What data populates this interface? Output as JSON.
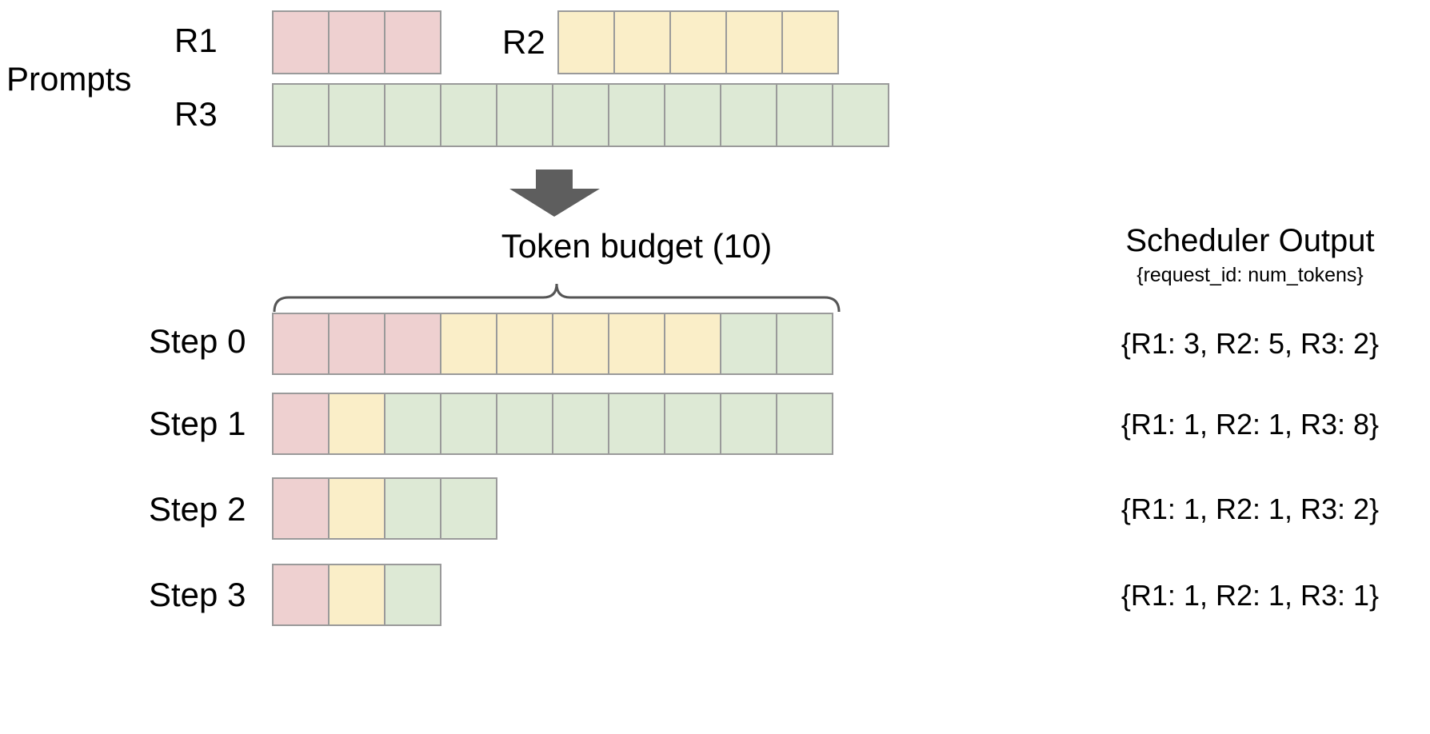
{
  "diagram": {
    "title": "Continuous batching token budget scheduling",
    "colors": {
      "r1": "#eed0d0",
      "r2": "#faeec8",
      "r3": "#dde9d5",
      "cell_border": "#9a9a9a",
      "arrow": "#5e5e5e",
      "brace": "#555555",
      "text": "#000000",
      "background": "#ffffff"
    }
  },
  "prompts": {
    "group_label": "Prompts",
    "rows": [
      {
        "id": "R1",
        "label": "R1",
        "tokens": 3,
        "color_key": "r1"
      },
      {
        "id": "R2",
        "label": "R2",
        "tokens": 5,
        "color_key": "r2"
      },
      {
        "id": "R3",
        "label": "R3",
        "tokens": 11,
        "color_key": "r3"
      }
    ]
  },
  "arrow": {
    "icon": "arrow-down-icon"
  },
  "budget": {
    "title": "Token  budget (10)",
    "value": 10,
    "brace_icon": "curly-brace-icon"
  },
  "scheduler_output": {
    "title": "Scheduler Output",
    "subtitle": "{request_id: num_tokens}",
    "entries": [
      "{R1: 3, R2: 5, R3: 2}",
      "{R1: 1, R2: 1, R3: 8}",
      "{R1: 1, R2: 1, R3: 2}",
      "{R1: 1, R2: 1, R3: 1}"
    ]
  },
  "steps": [
    {
      "label": "Step 0",
      "segments": [
        {
          "request": "R1",
          "count": 3,
          "color_key": "r1"
        },
        {
          "request": "R2",
          "count": 5,
          "color_key": "r2"
        },
        {
          "request": "R3",
          "count": 2,
          "color_key": "r3"
        }
      ],
      "total": 10,
      "output": "{R1: 3, R2: 5, R3: 2}"
    },
    {
      "label": "Step 1",
      "segments": [
        {
          "request": "R1",
          "count": 1,
          "color_key": "r1"
        },
        {
          "request": "R2",
          "count": 1,
          "color_key": "r2"
        },
        {
          "request": "R3",
          "count": 8,
          "color_key": "r3"
        }
      ],
      "total": 10,
      "output": "{R1: 1, R2: 1, R3: 8}"
    },
    {
      "label": "Step 2",
      "segments": [
        {
          "request": "R1",
          "count": 1,
          "color_key": "r1"
        },
        {
          "request": "R2",
          "count": 1,
          "color_key": "r2"
        },
        {
          "request": "R3",
          "count": 2,
          "color_key": "r3"
        }
      ],
      "total": 4,
      "output": "{R1: 1, R2: 1, R3: 2}"
    },
    {
      "label": "Step 3",
      "segments": [
        {
          "request": "R1",
          "count": 1,
          "color_key": "r1"
        },
        {
          "request": "R2",
          "count": 1,
          "color_key": "r2"
        },
        {
          "request": "R3",
          "count": 1,
          "color_key": "r3"
        }
      ],
      "total": 3,
      "output": "{R1: 1, R2: 1, R3: 1}"
    }
  ],
  "chart_data": {
    "type": "bar",
    "title": "Token budget (10) scheduling across steps",
    "categories": [
      "Step 0",
      "Step 1",
      "Step 2",
      "Step 3"
    ],
    "series": [
      {
        "name": "R1",
        "values": [
          3,
          1,
          1,
          1
        ]
      },
      {
        "name": "R2",
        "values": [
          5,
          1,
          1,
          1
        ]
      },
      {
        "name": "R3",
        "values": [
          2,
          8,
          2,
          1
        ]
      }
    ],
    "prompt_lengths": {
      "R1": 3,
      "R2": 5,
      "R3": 11
    },
    "budget": 10,
    "xlabel": "",
    "ylabel": "num_tokens",
    "grid": false,
    "legend": "none"
  }
}
